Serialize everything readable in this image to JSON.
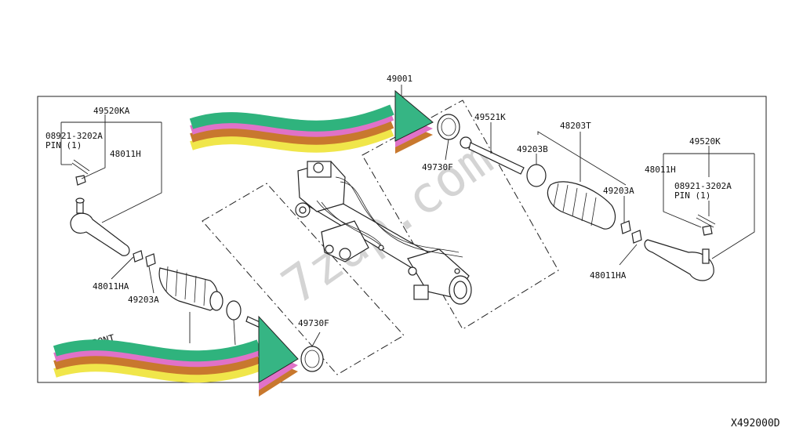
{
  "diagram": {
    "code": "X492000D",
    "watermark": "7zap.com",
    "front_label": "FRONT",
    "labels": {
      "assembly": "49001",
      "tie_rod_end_lh": "49520KA",
      "cotter_pin_lh_part": "08921-3202A",
      "cotter_pin_lh_qty": "PIN (1)",
      "nut_upper_lh": "48011H",
      "nut_lower_lh": "48011HA",
      "band_lh": "49203A",
      "boot_band_lower": "49730F",
      "boot_band_upper": "49730F",
      "inner_socket": "49521K",
      "band_upper": "49203B",
      "boot": "48203T",
      "band_rh": "49203A",
      "tie_rod_end_rh": "49520K",
      "nut_upper_rh": "48011H",
      "cotter_pin_rh_part": "08921-3202A",
      "cotter_pin_rh_qty": "PIN (1)",
      "nut_lower_rh": "48011HA"
    },
    "colors": {
      "arrow_stripes": [
        "#2fb37d",
        "#e072c8",
        "#c8782e",
        "#f0e64a"
      ],
      "arrow_head": "#36b584"
    }
  }
}
